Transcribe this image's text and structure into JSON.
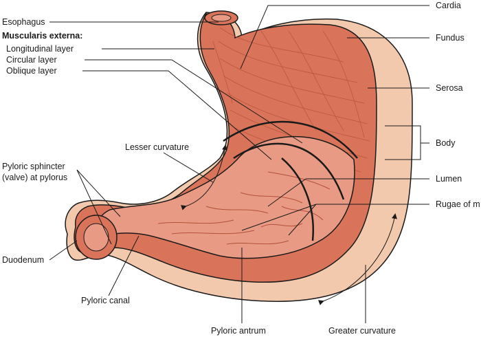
{
  "diagram": {
    "colors": {
      "serosa": "#f2c9ad",
      "muscle": "#d9735a",
      "muscle_dark": "#b4513a",
      "mucosa": "#e89a84",
      "outline": "#1a1a1a"
    },
    "labels": {
      "esophagus": "Esophagus",
      "muscularis_externa": "Muscularis externa:",
      "longitudinal_layer": "Longitudinal layer",
      "circular_layer": "Circular layer",
      "oblique_layer": "Oblique layer",
      "lesser_curvature": "Lesser curvature",
      "pyloric_sphincter_line1": "Pyloric sphincter",
      "pyloric_sphincter_line2": "(valve) at pylorus",
      "duodenum": "Duodenum",
      "pyloric_canal": "Pyloric canal",
      "pyloric_antrum": "Pyloric antrum",
      "greater_curvature": "Greater curvature",
      "cardia": "Cardia",
      "fundus": "Fundus",
      "serosa": "Serosa",
      "body": "Body",
      "lumen": "Lumen",
      "rugae": "Rugae of m"
    }
  }
}
